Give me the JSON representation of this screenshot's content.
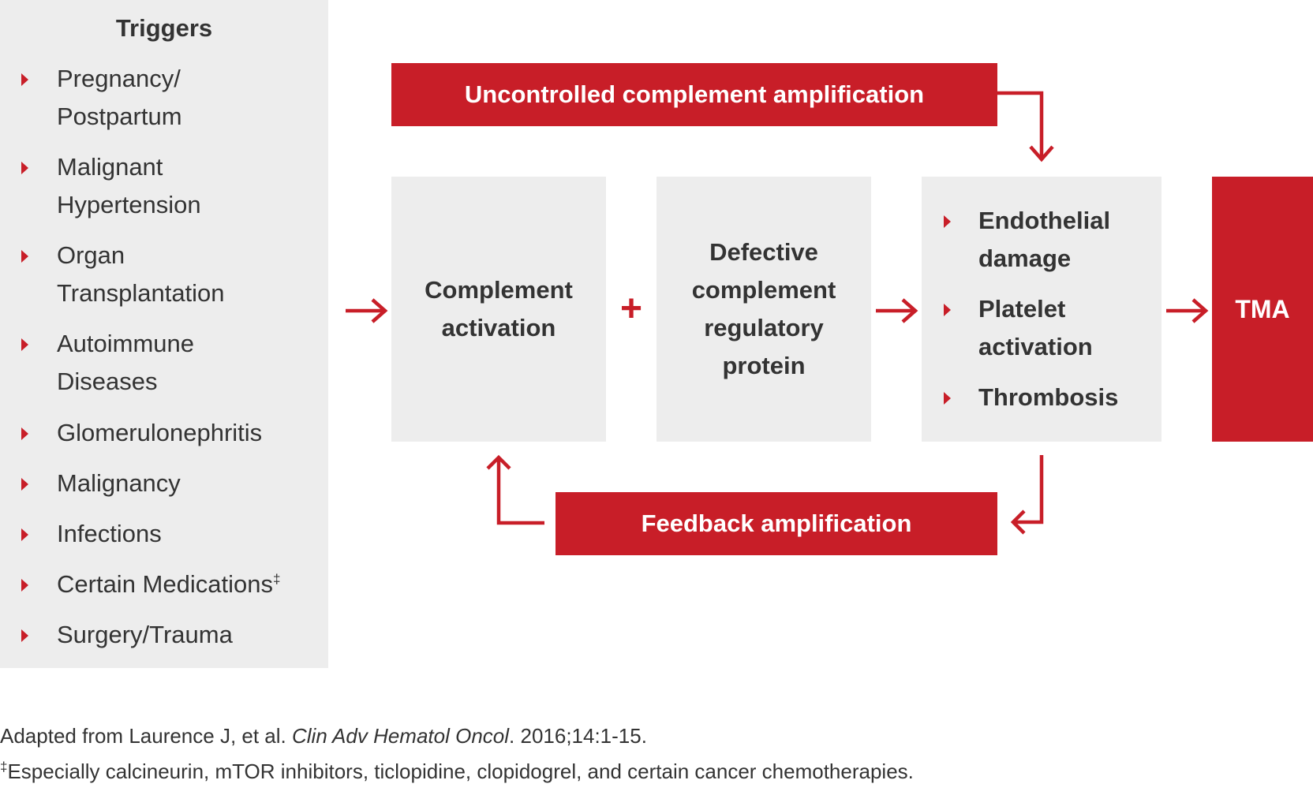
{
  "triggers": {
    "title": "Triggers",
    "items": [
      {
        "line1": "Pregnancy/",
        "line2": "Postpartum"
      },
      {
        "line1": "Malignant",
        "line2": "Hypertension"
      },
      {
        "line1": "Organ",
        "line2": "Transplantation"
      },
      {
        "line1": "Autoimmune",
        "line2": "Diseases"
      },
      {
        "line1": "Glomerulonephritis",
        "line2": ""
      },
      {
        "line1": "Malignancy",
        "line2": ""
      },
      {
        "line1": "Infections",
        "line2": ""
      },
      {
        "line1": "Certain Medications",
        "line2": "",
        "sup": "‡"
      },
      {
        "line1": "Surgery/Trauma",
        "line2": ""
      }
    ]
  },
  "banners": {
    "top": "Uncontrolled complement amplification",
    "bottom": "Feedback amplification"
  },
  "boxes": {
    "complement": {
      "line1": "Complement",
      "line2": "activation"
    },
    "plus": "+",
    "defective": {
      "line1": "Defective",
      "line2": "complement",
      "line3": "regulatory",
      "line4": "protein"
    },
    "effects": [
      {
        "line1": "Endothelial",
        "line2": "damage"
      },
      {
        "line1": "Platelet",
        "line2": "activation"
      },
      {
        "line1": "Thrombosis",
        "line2": ""
      }
    ],
    "tma": "TMA"
  },
  "footnotes": {
    "source_prefix": "Adapted from Laurence J, et al. ",
    "source_journal": "Clin Adv Hematol Oncol",
    "source_suffix": ". 2016;14:1-15.",
    "dagger_mark": "‡",
    "dagger_text": "Especially calcineurin, mTOR inhibitors, ticlopidine, clopidogrel, and certain cancer chemotherapies."
  },
  "colors": {
    "accent_red": "#c81e28",
    "panel_gray": "#ededed",
    "text_dark": "#333333"
  }
}
